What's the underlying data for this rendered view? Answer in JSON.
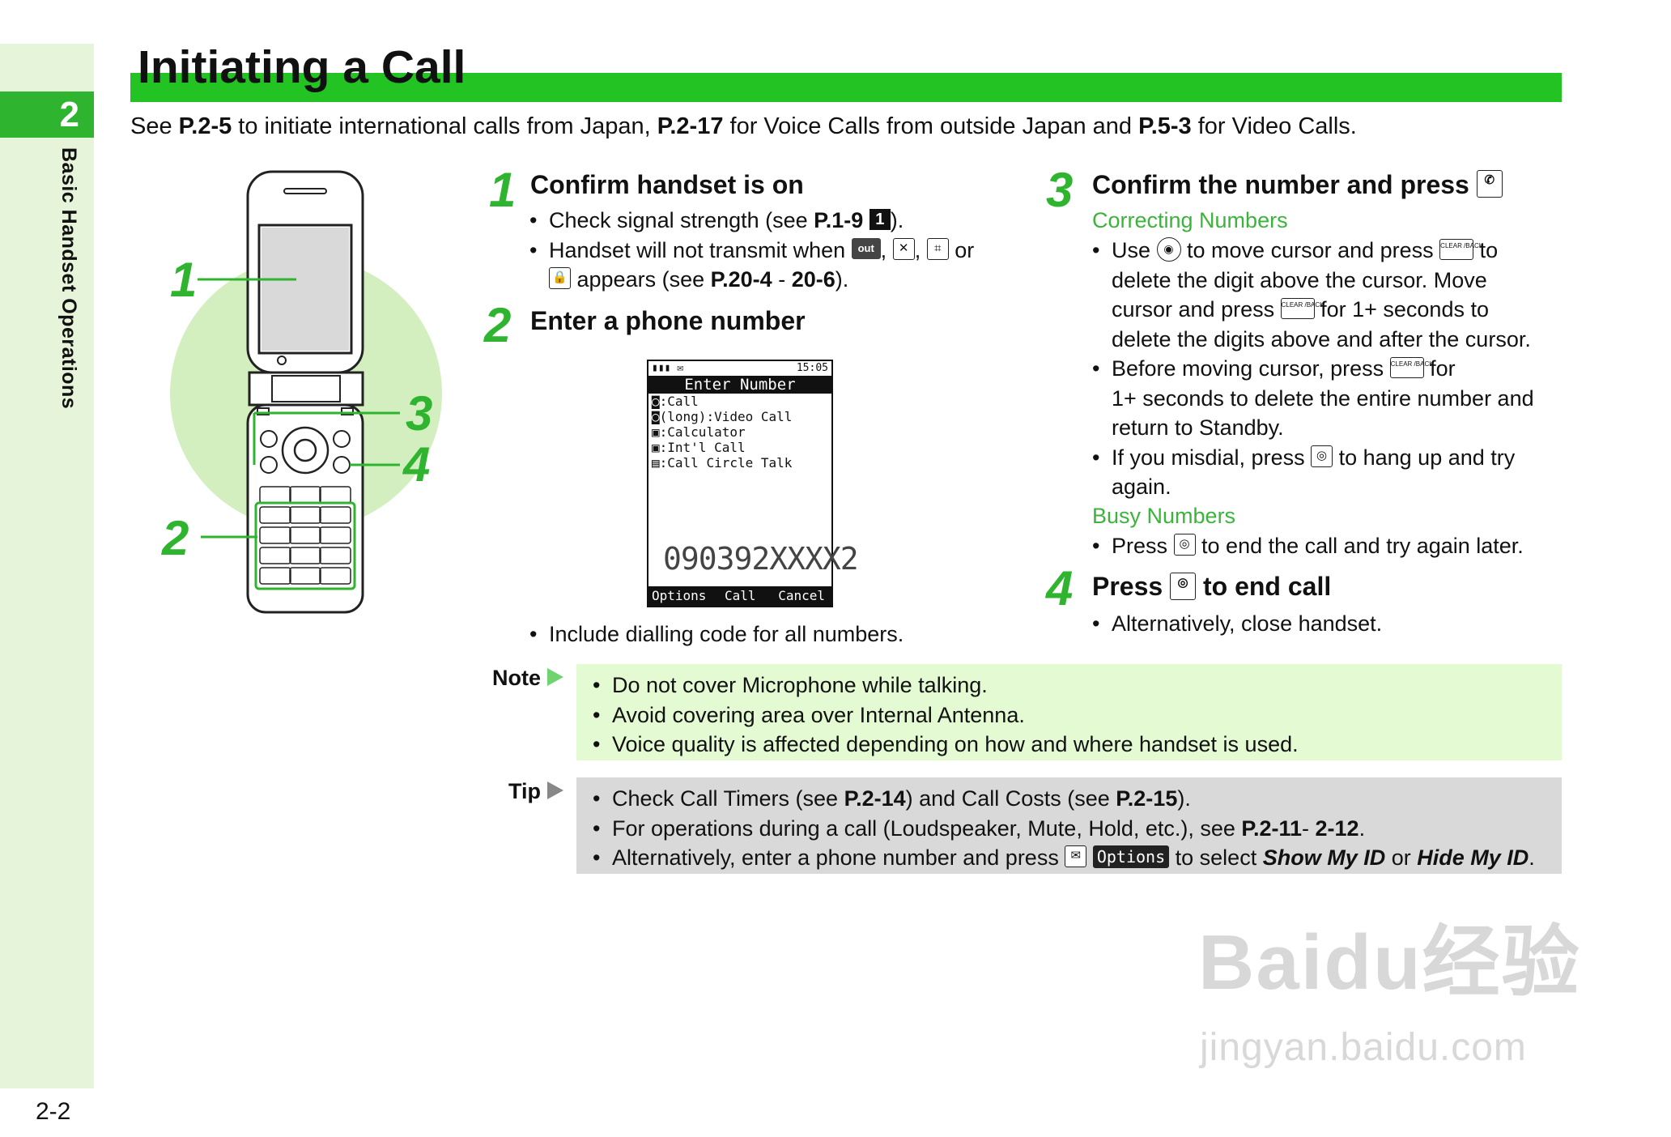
{
  "sidebar": {
    "chapter_number": "2",
    "chapter_label": "Basic Handset Operations",
    "page_number": "2-2"
  },
  "page_title": "Initiating a Call",
  "intro": {
    "t1": "See ",
    "b1": "P.2-5",
    "t2": " to initiate international calls from Japan, ",
    "b2": "P.2-17",
    "t3": " for Voice Calls from outside Japan and ",
    "b3": "P.5-3",
    "t4": " for Video Calls."
  },
  "diagram": {
    "callout_1": "1",
    "callout_2": "2",
    "callout_3": "3",
    "callout_4": "4"
  },
  "step1": {
    "num": "1",
    "heading": "Confirm handset is on",
    "b1_text": "Check signal strength (see ",
    "b1_ref": "P.1-9",
    "b1_badge": "1",
    "b1_end": ").",
    "b2_text": "Handset will not transmit when ",
    "b2_icon_out": "out",
    "b2_sep1": ", ",
    "b2_sep2": ", ",
    "b2_or": " or",
    "b2_line2_text": " appears (see ",
    "b2_ref1": "P.20-4",
    "b2_dash": " - ",
    "b2_ref2": "20-6",
    "b2_end": ")."
  },
  "step2": {
    "num": "2",
    "heading": "Enter a phone number",
    "screen": {
      "time": "15:05",
      "title": "Enter Number",
      "rows": [
        ":Call",
        "(long):Video Call",
        ":Calculator",
        ":Int'l Call",
        ":Call Circle Talk"
      ],
      "number": "090392XXXX2",
      "softkeys": [
        "Options",
        "Call",
        "Cancel"
      ]
    },
    "bullet": "Include dialling code for all numbers."
  },
  "step3": {
    "num": "3",
    "heading": "Confirm the number and press",
    "correcting_label": "Correcting Numbers",
    "c1a": "Use ",
    "c1b": " to move cursor and press ",
    "c1c": " to",
    "c1_l2": "delete the digit above the cursor. Move",
    "c1_l3a": "cursor and press ",
    "c1_l3b": " for 1+ seconds to",
    "c1_l4": "delete the digits above and after the cursor.",
    "c2a": "Before moving cursor, press ",
    "c2b": " for",
    "c2_l2": "1+ seconds to delete the entire number and",
    "c2_l3": "return to Standby.",
    "c3a": "If you misdial, press ",
    "c3b": " to hang up and try",
    "c3_l2": "again.",
    "busy_label": "Busy Numbers",
    "busy_a": "Press ",
    "busy_b": " to end the call and try again later."
  },
  "step4": {
    "num": "4",
    "heading_a": "Press ",
    "heading_b": " to end call",
    "bullet": "Alternatively, close handset."
  },
  "note": {
    "label": "Note",
    "items": [
      "Do not cover Microphone while talking.",
      "Avoid covering area over Internal Antenna.",
      "Voice quality is affected depending on how and where handset is used."
    ]
  },
  "tip": {
    "label": "Tip",
    "i1a": "Check Call Timers (see ",
    "i1b": "P.2-14",
    "i1c": ") and Call Costs (see ",
    "i1d": "P.2-15",
    "i1e": ").",
    "i2a": "For operations during a call (Loudspeaker, Mute, Hold, etc.), see ",
    "i2b": "P.2-11",
    "i2c": "- ",
    "i2d": "2-12",
    "i2e": ".",
    "i3a": "Alternatively, enter a phone number and press ",
    "i3_options": "Options",
    "i3b": " to select ",
    "i3c": "Show My ID",
    "i3d": " or ",
    "i3e": "Hide My ID",
    "i3f": "."
  },
  "keys": {
    "clear_back": "CLEAR /BACK"
  },
  "watermark": {
    "brand": "Baidu经验",
    "url": "jingyan.baidu.com"
  },
  "colors": {
    "accent_green": "#22c322",
    "side_band": "#e6f4d9",
    "note_bg": "#e3fad3",
    "tip_bg": "#d9d9d9"
  }
}
